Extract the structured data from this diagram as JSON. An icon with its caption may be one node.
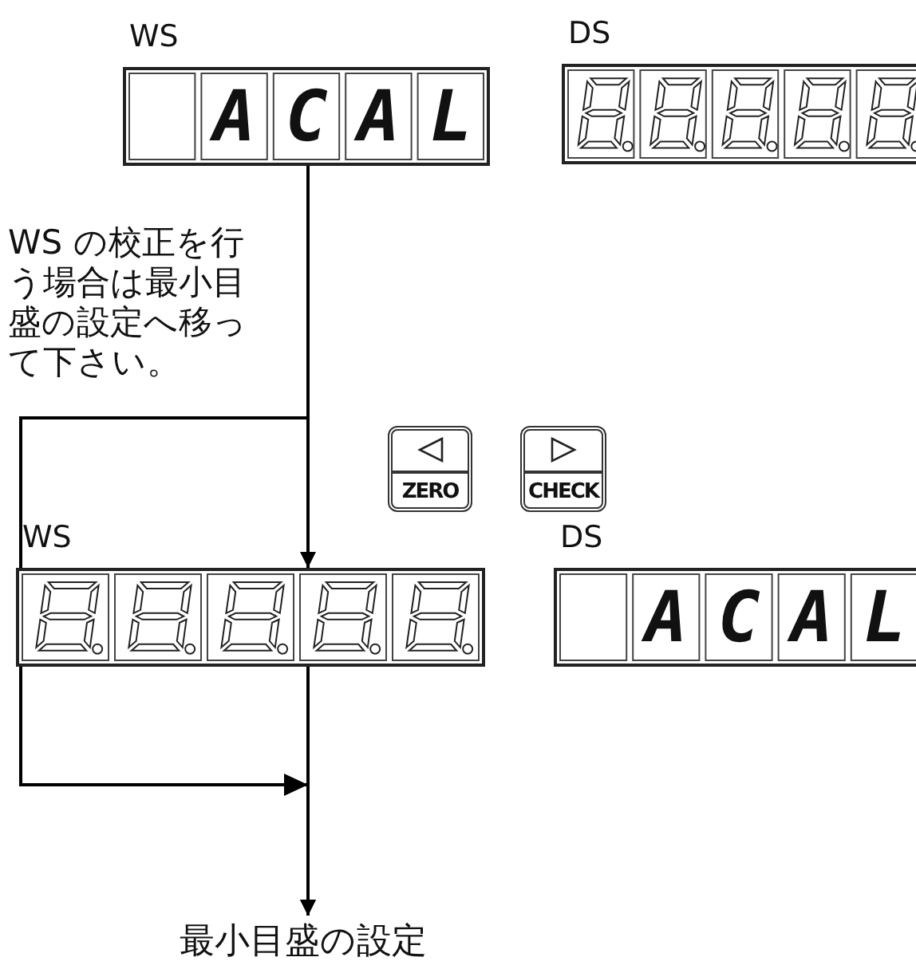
{
  "diagram": {
    "nodes": [
      {
        "text": [
          "WS",
          "ACAL"
        ]
      },
      {
        "text": [
          "DS"
        ]
      },
      {
        "text": [
          "ZERO"
        ]
      },
      {
        "text": [
          "CHECK"
        ]
      },
      {
        "text": [
          "WS"
        ]
      },
      {
        "text": [
          "DS",
          "ACAL"
        ]
      },
      {
        "text": [
          "最小目盛の設定"
        ]
      }
    ],
    "edges": [
      {
        "from": 0,
        "to": 4,
        "arrow": "to"
      },
      {
        "from": 0,
        "to": 6,
        "arrow": "to"
      },
      {
        "from": 4,
        "to": 6,
        "arrow": "to"
      }
    ],
    "labels": [
      "WS の校正を行う場合は最小目盛の設定へ移って下さい。"
    ]
  }
}
